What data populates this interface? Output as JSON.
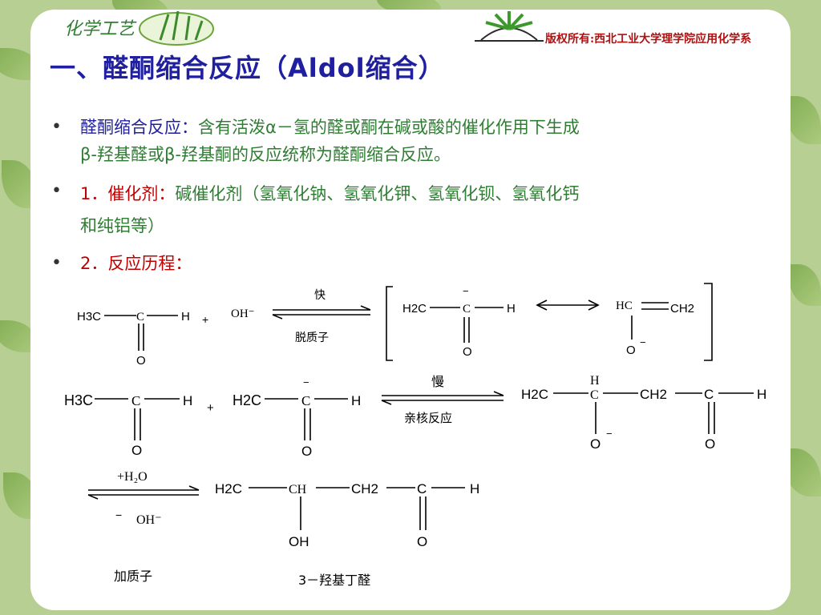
{
  "header": {
    "logo_left": "化学工艺",
    "logo_right": "版权所有:西北工业大学理学院应用化学系",
    "title": "一、醛酮缩合反应（Aldol缩合）"
  },
  "bullets": {
    "b1_term": "醛酮缩合反应：",
    "b1_line1": "含有活泼α－氢的醛或酮在碱或酸的催化作用下生成",
    "b1_line2": "β-羟基醛或β-羟基酮的反应统称为醛酮缩合反应。",
    "b2_num": "1．",
    "b2_term": "催化剂：",
    "b2_line1": "碱催化剂（氢氧化钠、氢氧化钾、氢氧化钡、氢氧化钙",
    "b2_line2": "和纯铝等）",
    "b3_num": "2．",
    "b3_term": "反应历程："
  },
  "scheme": {
    "h3c": "H3C",
    "h2c": "H2C",
    "c": "C",
    "h": "H",
    "o": "O",
    "hc": "HC",
    "ch2": "CH2",
    "ch": "CH",
    "oh": "OH",
    "oh_minus": "OH⁻",
    "minus": "−",
    "plus": "+",
    "fast": "快",
    "deprotonation": "脱质子",
    "slow": "慢",
    "nucleophilic": "亲核反应",
    "water": "+H₂O",
    "protonation": "加质子",
    "product_name": "3－羟基丁醛"
  }
}
